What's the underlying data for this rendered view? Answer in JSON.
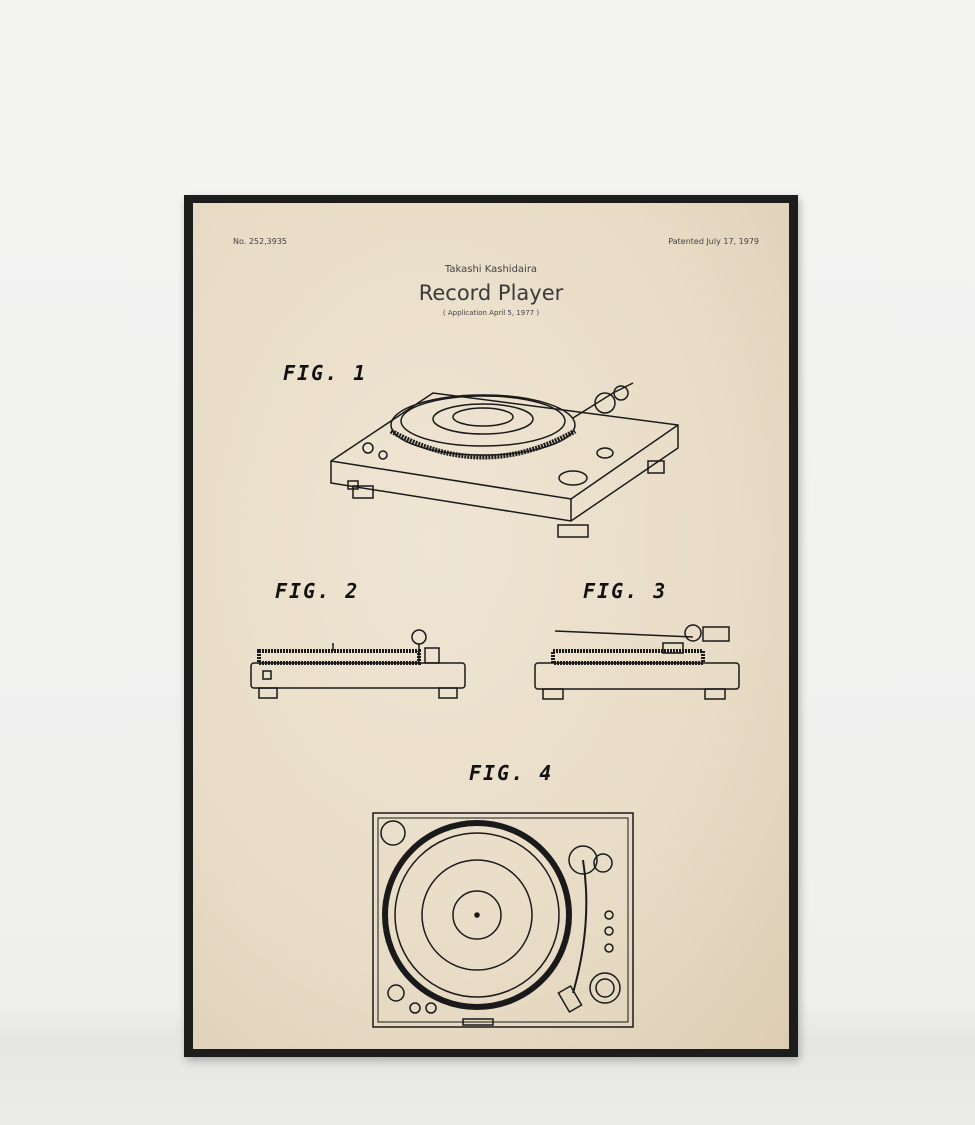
{
  "poster": {
    "patent_number": "No. 252,3935",
    "patent_date": "Patented July 17, 1979",
    "inventor": "Takashi Kashidaira",
    "title": "Record Player",
    "application": "( Application  April 5, 1977 )",
    "figures": [
      "FIG. 1",
      "FIG. 2",
      "FIG. 3",
      "FIG. 4"
    ]
  }
}
